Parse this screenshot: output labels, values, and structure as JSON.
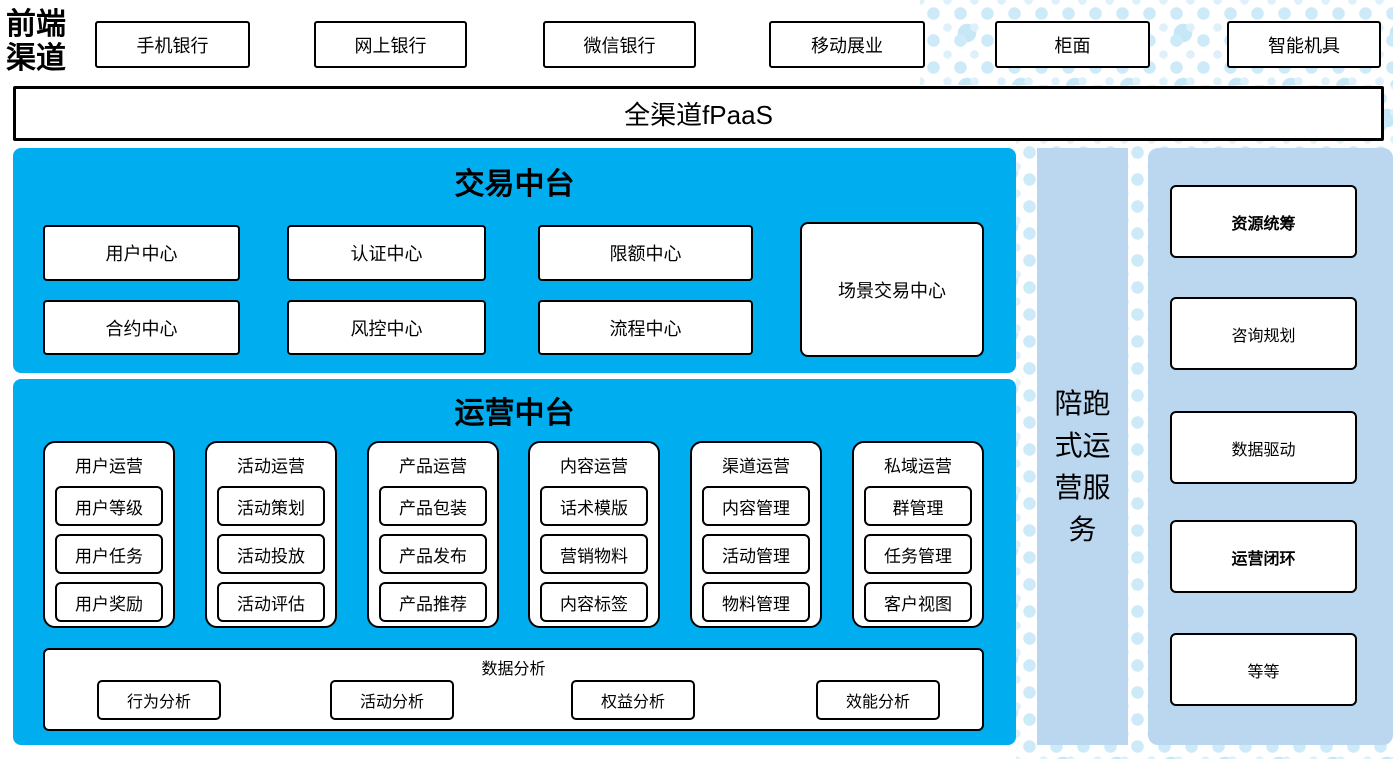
{
  "colors": {
    "bright_blue": "#00AEF0",
    "light_blue": "#BAD7EF",
    "dot_blue": "#CDEAF8",
    "box_background": "#FFFFFF",
    "box_border": "#000000"
  },
  "front_channels": {
    "label": "前端渠道",
    "items": [
      "手机银行",
      "网上银行",
      "微信银行",
      "移动展业",
      "柜面",
      "智能机具"
    ]
  },
  "fpaas_bar": {
    "label": "全渠道fPaaS"
  },
  "transaction_platform": {
    "title": "交易中台",
    "row1": [
      "用户中心",
      "认证中心",
      "限额中心"
    ],
    "row2": [
      "合约中心",
      "风控中心",
      "流程中心"
    ],
    "tall_box": "场景交易中心"
  },
  "operation_platform": {
    "title": "运营中台",
    "groups": [
      {
        "title": "用户运营",
        "items": [
          "用户等级",
          "用户任务",
          "用户奖励"
        ]
      },
      {
        "title": "活动运营",
        "items": [
          "活动策划",
          "活动投放",
          "活动评估"
        ]
      },
      {
        "title": "产品运营",
        "items": [
          "产品包装",
          "产品发布",
          "产品推荐"
        ]
      },
      {
        "title": "内容运营",
        "items": [
          "话术模版",
          "营销物料",
          "内容标签"
        ]
      },
      {
        "title": "渠道运营",
        "items": [
          "内容管理",
          "活动管理",
          "物料管理"
        ]
      },
      {
        "title": "私域运营",
        "items": [
          "群管理",
          "任务管理",
          "客户视图"
        ]
      }
    ],
    "data_analysis": {
      "title": "数据分析",
      "items": [
        "行为分析",
        "活动分析",
        "权益分析",
        "效能分析"
      ]
    }
  },
  "side_bar": {
    "label": "陪跑式运营服务"
  },
  "right_panel": {
    "items": [
      {
        "label": "资源统筹",
        "bold": true
      },
      {
        "label": "咨询规划",
        "bold": false
      },
      {
        "label": "数据驱动",
        "bold": false
      },
      {
        "label": "运营闭环",
        "bold": true
      },
      {
        "label": "等等",
        "bold": false
      }
    ]
  }
}
